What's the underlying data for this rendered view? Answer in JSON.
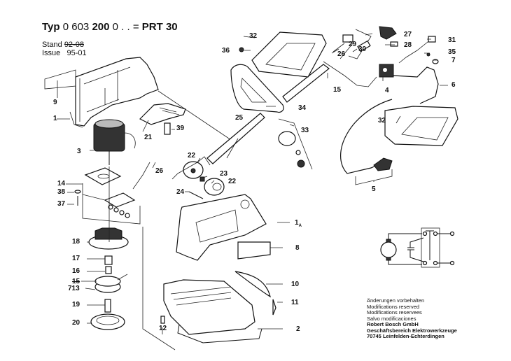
{
  "header": {
    "typ_label": "Typ",
    "typ_number_a": "0 603",
    "typ_number_b": "200",
    "typ_number_c": "0 . . =",
    "model": "PRT 30",
    "stand_label": "Stand",
    "stand_value_struck": "92-08",
    "issue_label": "Issue",
    "issue_value": "95-01"
  },
  "part_labels": [
    {
      "id": "9",
      "text": "9"
    },
    {
      "id": "1",
      "text": "1"
    },
    {
      "id": "3",
      "text": "3"
    },
    {
      "id": "21",
      "text": "21"
    },
    {
      "id": "39",
      "text": "39"
    },
    {
      "id": "26a",
      "text": "26"
    },
    {
      "id": "14",
      "text": "14"
    },
    {
      "id": "38",
      "text": "38"
    },
    {
      "id": "37",
      "text": "37"
    },
    {
      "id": "18",
      "text": "18"
    },
    {
      "id": "17",
      "text": "17"
    },
    {
      "id": "16",
      "text": "16"
    },
    {
      "id": "15x",
      "text": "15"
    },
    {
      "id": "713",
      "text": "713"
    },
    {
      "id": "19",
      "text": "19"
    },
    {
      "id": "20",
      "text": "20"
    },
    {
      "id": "12",
      "text": "12"
    },
    {
      "id": "22a",
      "text": "22"
    },
    {
      "id": "23",
      "text": "23"
    },
    {
      "id": "22b",
      "text": "22"
    },
    {
      "id": "24",
      "text": "24"
    },
    {
      "id": "25",
      "text": "25"
    },
    {
      "id": "1A",
      "text": "1"
    },
    {
      "id": "1A_sub",
      "text": "A"
    },
    {
      "id": "8",
      "text": "8"
    },
    {
      "id": "10",
      "text": "10"
    },
    {
      "id": "11",
      "text": "11"
    },
    {
      "id": "2",
      "text": "2"
    },
    {
      "id": "32a",
      "text": "32"
    },
    {
      "id": "36",
      "text": "36"
    },
    {
      "id": "29",
      "text": "29"
    },
    {
      "id": "26b",
      "text": "26"
    },
    {
      "id": "30",
      "text": "30"
    },
    {
      "id": "27",
      "text": "27"
    },
    {
      "id": "28",
      "text": "28"
    },
    {
      "id": "31",
      "text": "31"
    },
    {
      "id": "35",
      "text": "35"
    },
    {
      "id": "7",
      "text": "7"
    },
    {
      "id": "15",
      "text": "15"
    },
    {
      "id": "4",
      "text": "4"
    },
    {
      "id": "6",
      "text": "6"
    },
    {
      "id": "34",
      "text": "34"
    },
    {
      "id": "33",
      "text": "33"
    },
    {
      "id": "32b",
      "text": "32"
    },
    {
      "id": "5",
      "text": "5"
    }
  ],
  "notes": {
    "line1": "Änderungen vorbehalten",
    "line2": "Modifications reserved",
    "line3": "Modifications reservees",
    "line4": "Salvo modificaciones",
    "company": "Robert Bosch GmbH",
    "division": "Geschäftsbereich Elektrowerkzeuge",
    "address": "70745 Leinfelden-Echterdingen"
  }
}
